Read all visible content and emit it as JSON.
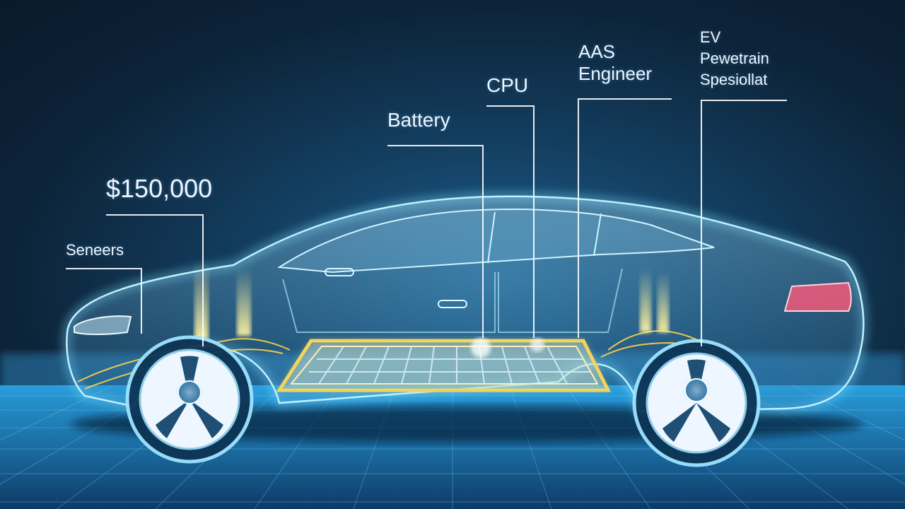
{
  "labels": {
    "price": "$150,000",
    "sensors": "Seneers",
    "battery": "Battery",
    "cpu": "CPU",
    "aas_line1": "AAS",
    "aas_line2": "Engineer",
    "ev_line1": "EV",
    "ev_line2": "Pewetrain",
    "ev_line3": "Spesiollat"
  },
  "colors": {
    "background": "#0c2338",
    "glow": "#5fd0ff",
    "battery_frame": "#f3d35a",
    "tail_light": "#ff5a7a",
    "leader_line": "#ffffff"
  }
}
